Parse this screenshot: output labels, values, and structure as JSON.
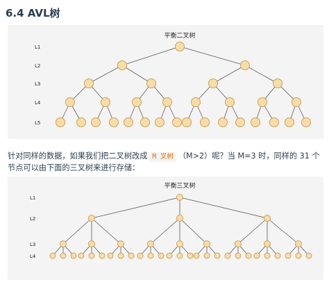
{
  "heading": "6.4 AVL树",
  "paragraph": {
    "before": "针对同样的数据，如果我们把二叉树改成",
    "code": "M 叉树",
    "after": "（M>2）呢？当 M=3 时，同样的 31 个节点可以由下面的三叉树来进行存储："
  },
  "figure1": {
    "title": "平衡二叉树",
    "levels": [
      "L1",
      "L2",
      "L3",
      "L4",
      "L5"
    ],
    "branching": 2,
    "node_count": 31
  },
  "figure2": {
    "title": "平衡三叉树",
    "levels": [
      "L1",
      "L2",
      "L3",
      "L4"
    ],
    "branching": 3
  },
  "colors": {
    "node_fill": "#f9dda9",
    "node_stroke": "#c9a15a",
    "edge": "#5a5a5a",
    "panel_bg": "#f4f4f4",
    "code_text": "#e96900"
  }
}
